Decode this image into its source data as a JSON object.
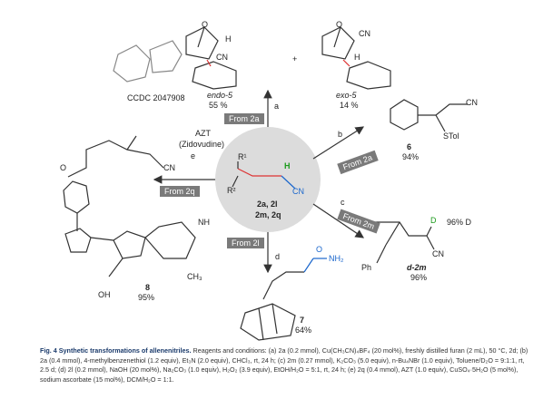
{
  "scheme": {
    "center": {
      "r1": "R¹",
      "r2": "R²",
      "h": "H",
      "cn": "CN",
      "compounds1": "2a, 2l",
      "compounds2": "2m, 2q"
    },
    "a": {
      "letter": "a",
      "from": "From 2a",
      "endo_name": "endo-5",
      "endo_yield": "55 %",
      "exo_name": "exo-5",
      "exo_yield": "14 %",
      "plus": "+",
      "ccdc": "CCDC 2047908",
      "cn1": "CN",
      "cn2": "CN",
      "o1": "O",
      "o2": "O",
      "h1": "H",
      "h2": "H"
    },
    "b": {
      "letter": "b",
      "from": "From 2a",
      "num": "6",
      "yield": "94%",
      "stol": "STol",
      "cn": "CN"
    },
    "c": {
      "letter": "c",
      "from": "From 2m",
      "num": "d-2m",
      "yield": "96%",
      "d_label": "D",
      "d_pct": "96% D",
      "cn": "CN",
      "ph": "Ph"
    },
    "d": {
      "letter": "d",
      "from": "From 2l",
      "num": "7",
      "yield": "64%",
      "amide": "NH₂",
      "o": "O"
    },
    "e": {
      "letter": "e",
      "from": "From 2q",
      "reagent": "AZT",
      "reagent_full": "(Zidovudine)",
      "num": "8",
      "yield": "95%",
      "cn": "CN",
      "oh": "OH",
      "ch3": "CH₃",
      "o": "O",
      "nh": "NH"
    }
  },
  "caption": {
    "title": "Fig. 4 Synthetic transformations of allenenitriles.",
    "text": "Reagents and conditions: (a) 2a (0.2 mmol), Cu(CH₃CN)₄BF₄ (20 mol%), freshly distilled furan (2 mL), 50 °C, 2d; (b) 2a (0.4 mmol), 4-methylbenzenethiol (1.2 equiv), Et₃N (2.0 equiv), CHCl₃, rt, 24 h; (c) 2m (0.27 mmol), K₂CO₃ (5.0 equiv), n-Bu₄NBr (1.0 equiv), Toluene/D₂O = 9:1:1, rt, 2.5 d; (d) 2l (0.2 mmol), NaOH (20 mol%), Na₂CO₃ (1.0 equiv), H₂O₂ (3.9 equiv), EtOH/H₂O = 5:1, rt, 24 h; (e) 2q (0.4 mmol), AZT (1.0 equiv), CuSO₄·5H₂O (5 mol%), sodium ascorbate (15 mol%), DCM/H₂O = 1:1."
  }
}
